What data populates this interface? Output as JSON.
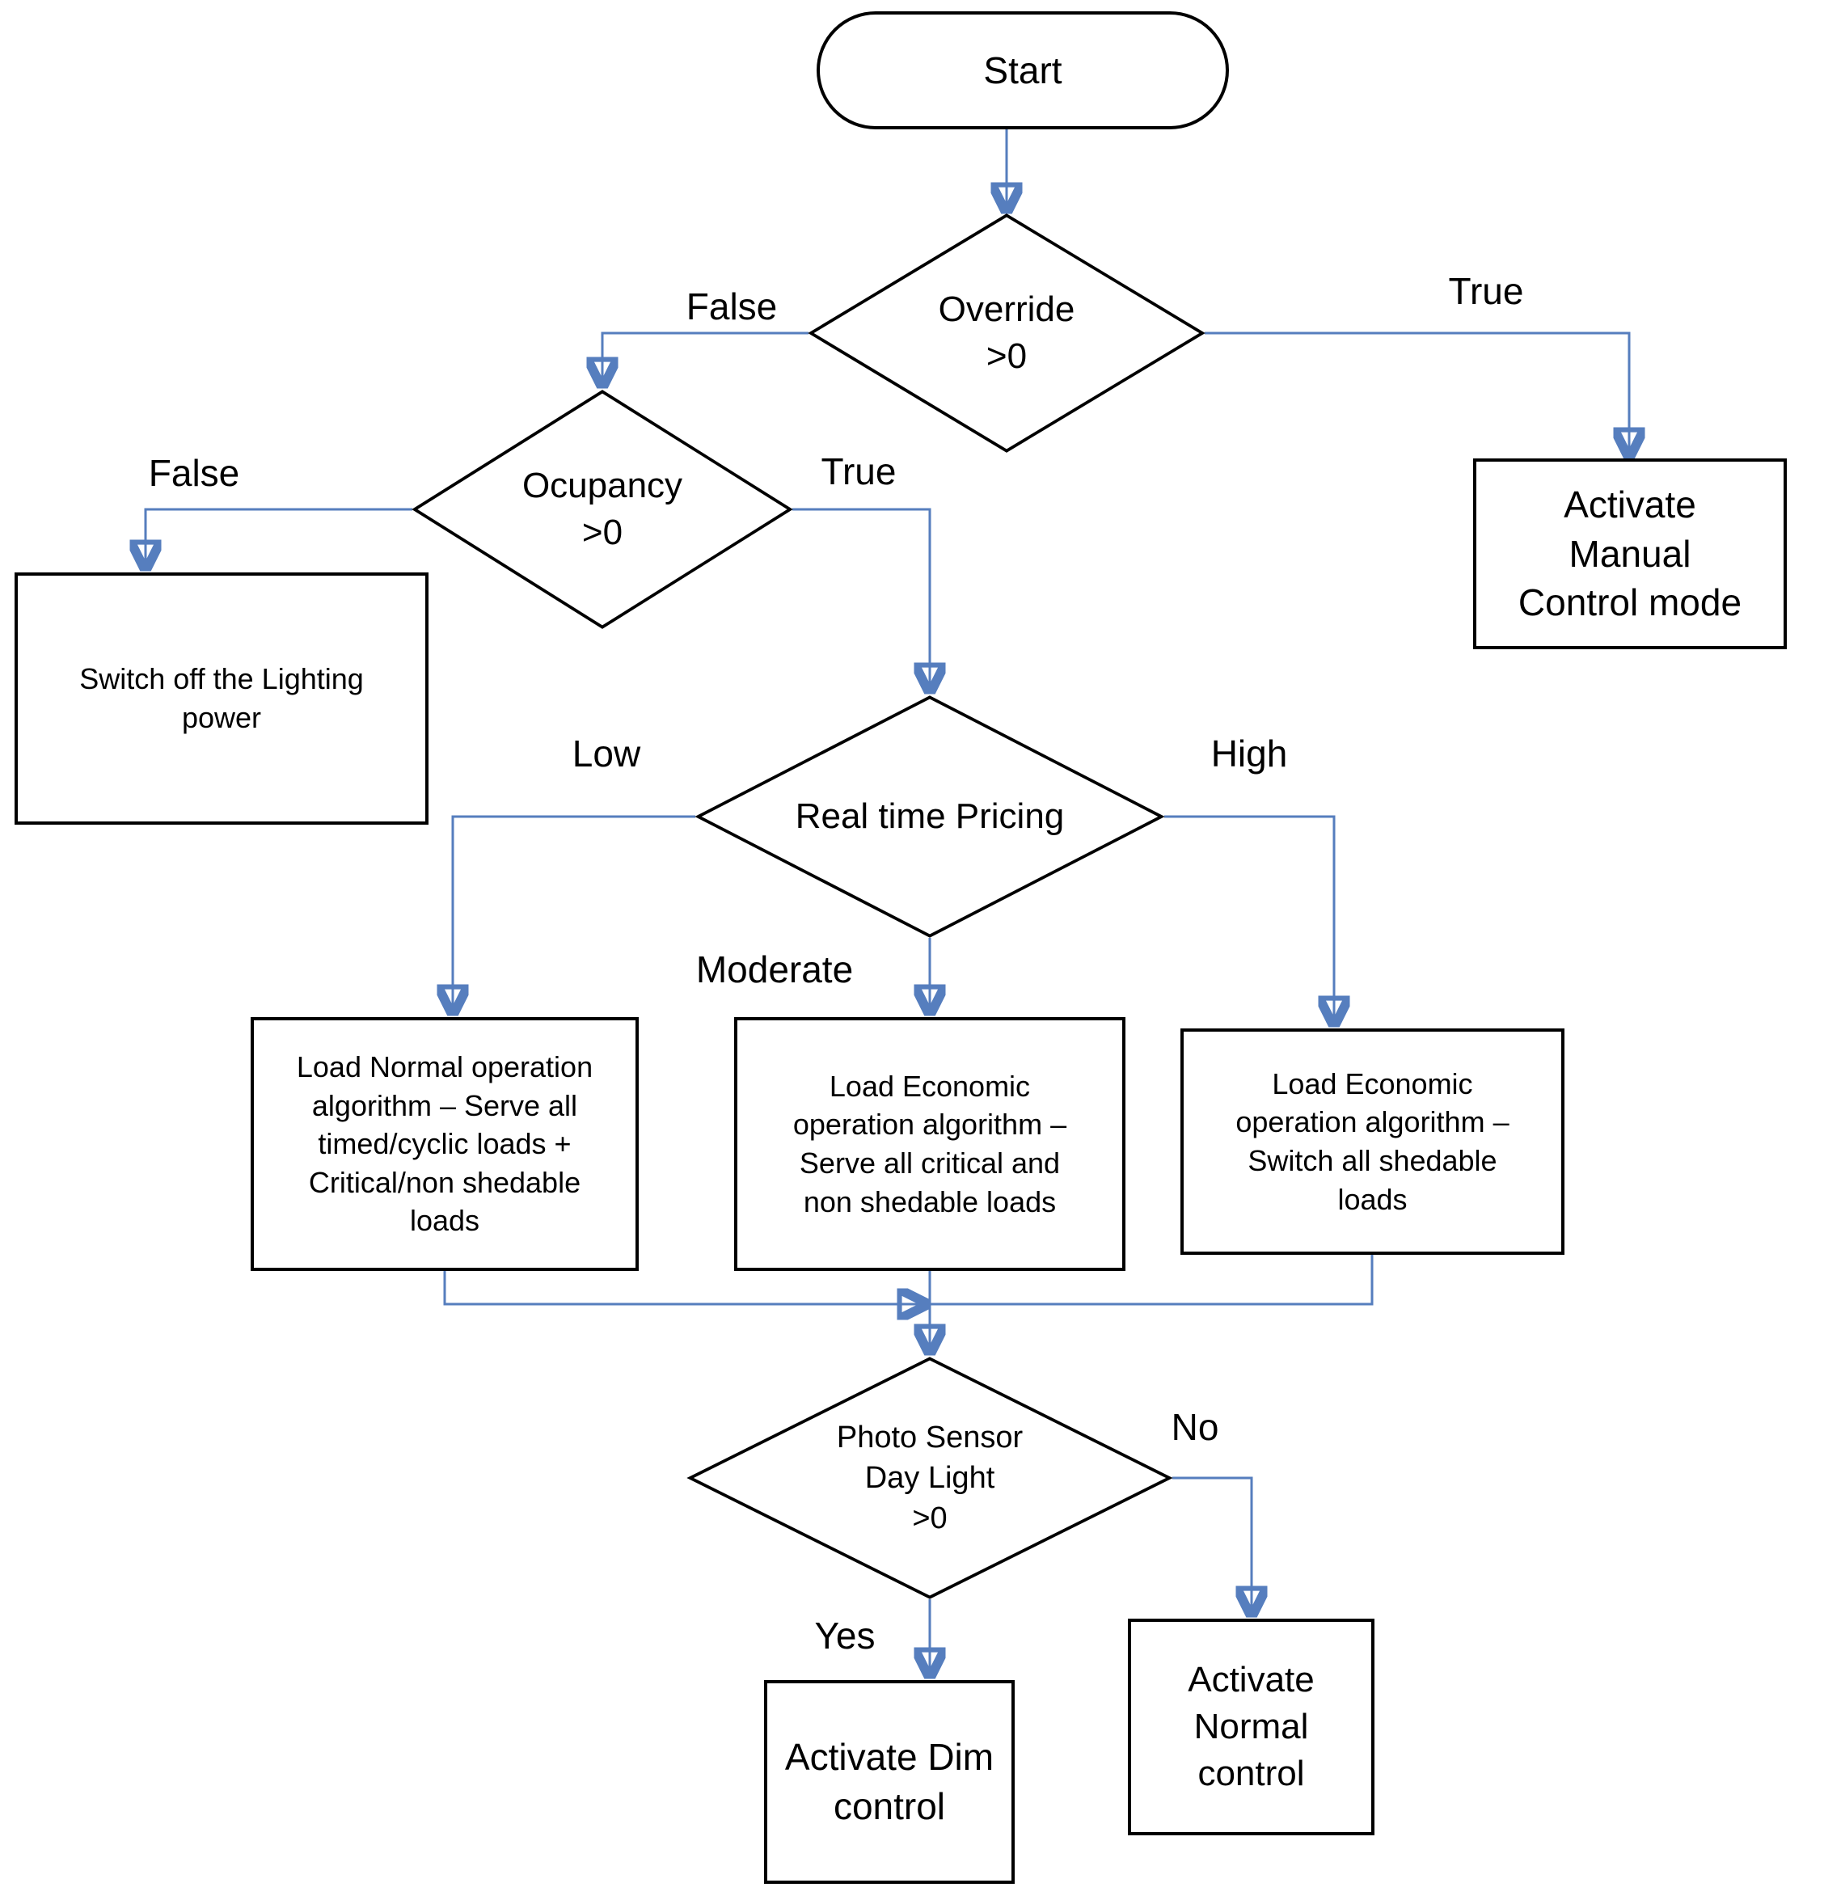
{
  "colors": {
    "connector": "#567EBE",
    "arrowhead": "#4173B6",
    "shape_border": "#000000",
    "background": "#ffffff"
  },
  "nodes": {
    "start": {
      "label": "Start"
    },
    "override": {
      "label": "Override\n>0"
    },
    "manual_control": {
      "label": "Activate\nManual\nControl mode"
    },
    "ocupancy": {
      "label": "Ocupancy\n>0"
    },
    "switch_off": {
      "label": "Switch off the Lighting\npower"
    },
    "real_time_pricing": {
      "label": "Real time Pricing"
    },
    "load_normal": {
      "label": "Load Normal  operation\nalgorithm – Serve all\ntimed/cyclic loads +\nCritical/non shedable\nloads"
    },
    "load_economic_moderate": {
      "label": "Load Economic\noperation algorithm –\nServe all critical and\nnon shedable loads"
    },
    "load_economic_high": {
      "label": "Load Economic\noperation algorithm –\nSwitch all shedable\nloads"
    },
    "photo_sensor": {
      "label": "Photo Sensor\nDay Light\n>0"
    },
    "dim_control": {
      "label": "Activate Dim\ncontrol"
    },
    "normal_control": {
      "label": "Activate\nNormal\ncontrol"
    }
  },
  "edge_labels": {
    "override_false": "False",
    "override_true": "True",
    "ocupancy_false": "False",
    "ocupancy_true": "True",
    "pricing_low": "Low",
    "pricing_moderate": "Moderate",
    "pricing_high": "High",
    "daylight_yes": "Yes",
    "daylight_no": "No"
  }
}
